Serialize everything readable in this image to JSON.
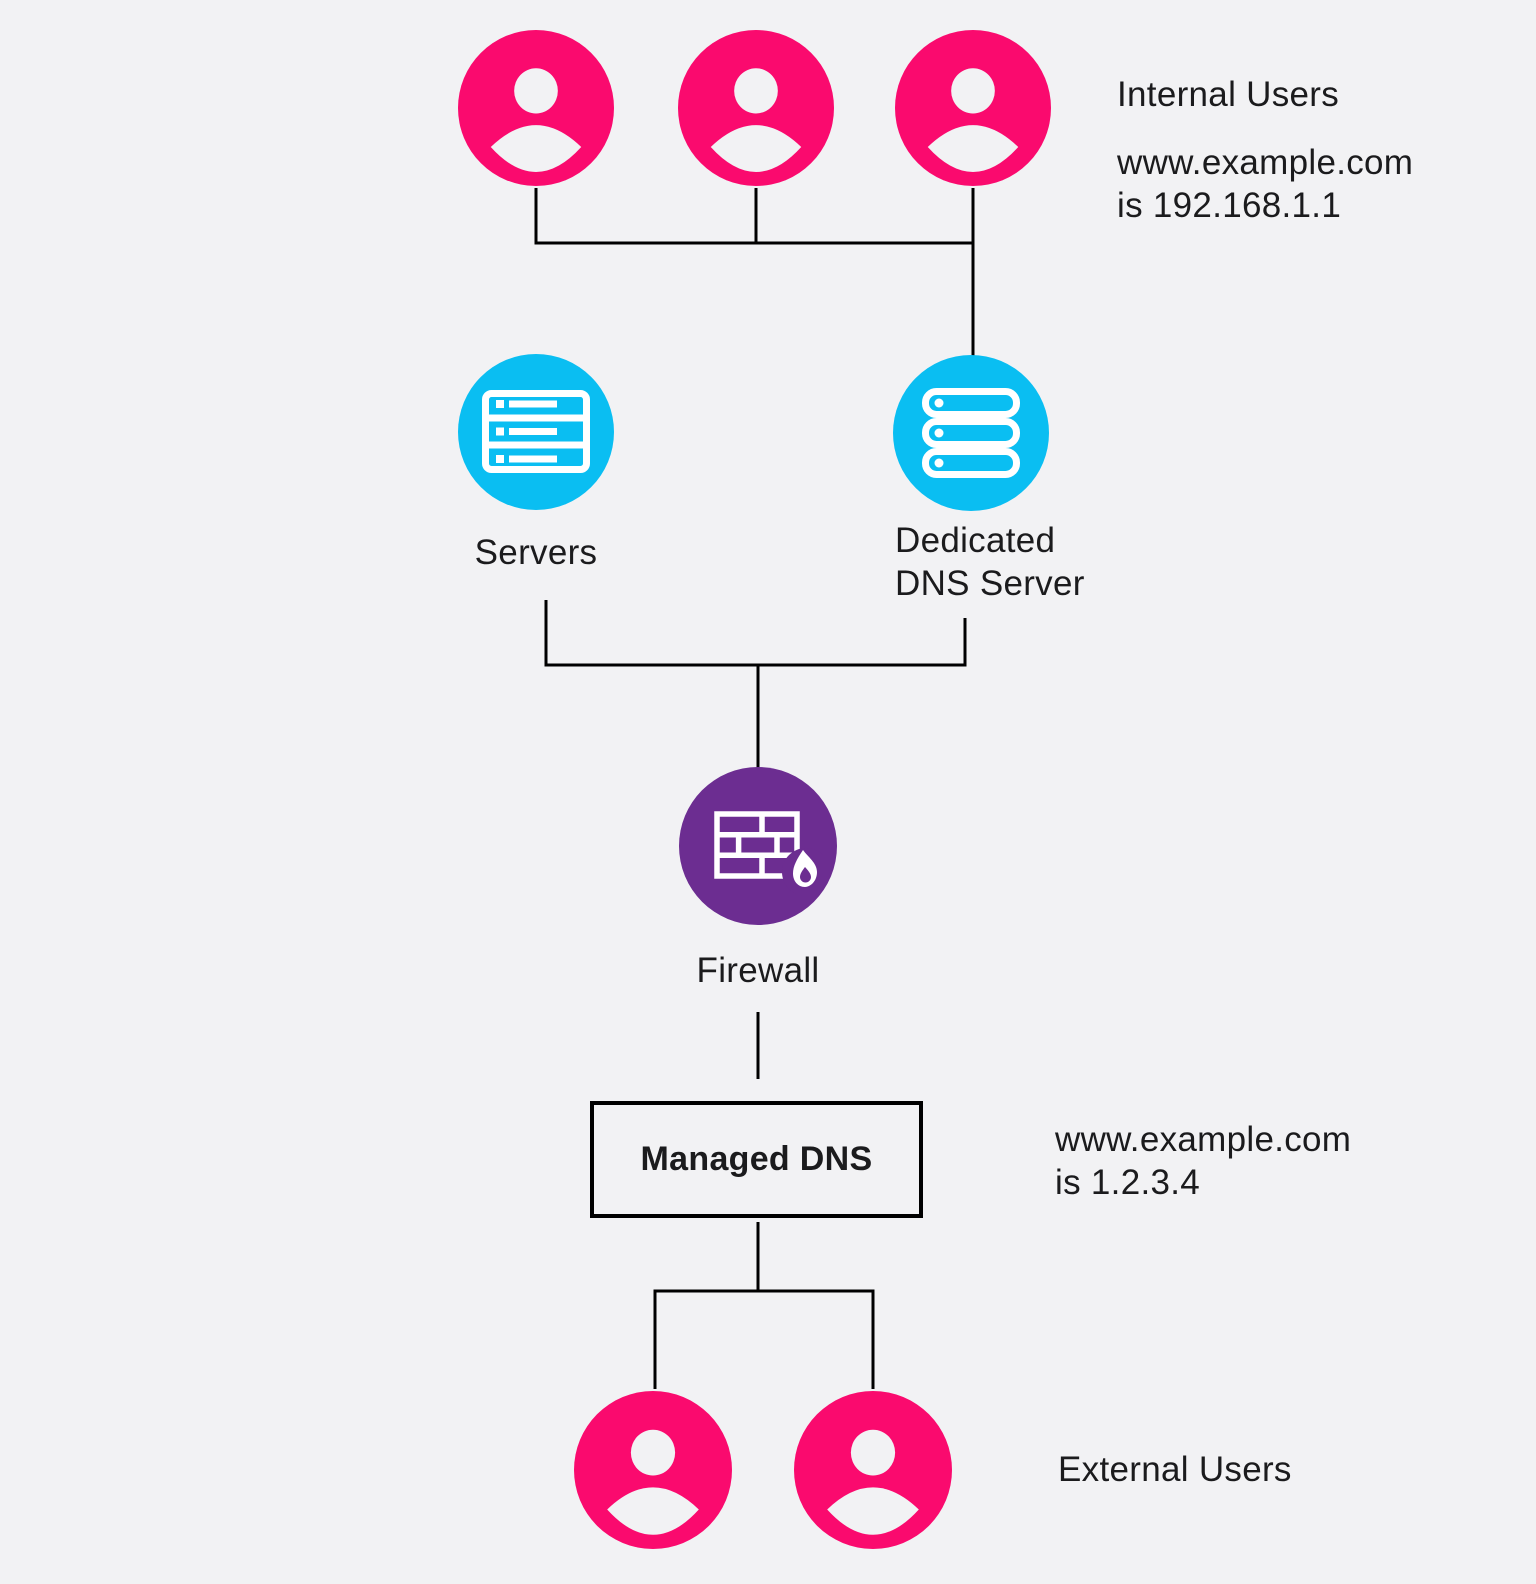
{
  "title": "Dedicated DNS server architecture diagram",
  "colors": {
    "background": "#F2F2F4",
    "user_pink": "#FA0A6E",
    "server_cyan": "#0ABEF2",
    "firewall_purple": "#6C2D91",
    "connector": "#000000",
    "text": "#1B1B1D"
  },
  "nodes": {
    "internal_users": {
      "label": "Internal Users",
      "user_count": 3,
      "note_line1": "www.example.com",
      "note_line2": "is 192.168.1.1"
    },
    "servers": {
      "label": "Servers"
    },
    "dedicated_dns": {
      "label_line1": "Dedicated",
      "label_line2": "DNS Server"
    },
    "firewall": {
      "label": "Firewall"
    },
    "managed_dns": {
      "label": "Managed DNS",
      "note_line1": "www.example.com",
      "note_line2": "is 1.2.3.4"
    },
    "external_users": {
      "label": "External Users",
      "user_count": 2
    }
  }
}
